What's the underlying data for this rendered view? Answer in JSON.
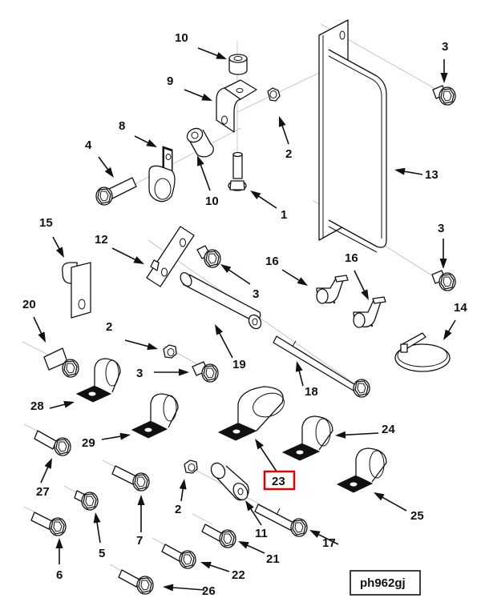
{
  "diagram": {
    "reference_code": "ph962gj",
    "highlighted_callout": "23",
    "highlight_color": "#e00000",
    "callouts": [
      {
        "id": "c10a",
        "label": "10",
        "part": "spacer"
      },
      {
        "id": "c9",
        "label": "9",
        "part": "angle-bracket"
      },
      {
        "id": "c2a",
        "label": "2",
        "part": "flange-nut"
      },
      {
        "id": "c8",
        "label": "8",
        "part": "p-clamp"
      },
      {
        "id": "c4",
        "label": "4",
        "part": "flange-bolt"
      },
      {
        "id": "c10b",
        "label": "10",
        "part": "spacer"
      },
      {
        "id": "c1",
        "label": "1",
        "part": "flange-bolt"
      },
      {
        "id": "c3a",
        "label": "3",
        "part": "flange-bolt"
      },
      {
        "id": "c13",
        "label": "13",
        "part": "handle"
      },
      {
        "id": "c3b",
        "label": "3",
        "part": "flange-bolt"
      },
      {
        "id": "c15",
        "label": "15",
        "part": "bracket-with-stud"
      },
      {
        "id": "c12",
        "label": "12",
        "part": "plate-bracket"
      },
      {
        "id": "c3c",
        "label": "3",
        "part": "flange-bolt"
      },
      {
        "id": "c16a",
        "label": "16",
        "part": "elbow-fitting"
      },
      {
        "id": "c16b",
        "label": "16",
        "part": "elbow-fitting"
      },
      {
        "id": "c14",
        "label": "14",
        "part": "hose-clamp"
      },
      {
        "id": "c20",
        "label": "20",
        "part": "flange-bolt"
      },
      {
        "id": "c2b",
        "label": "2",
        "part": "flange-nut"
      },
      {
        "id": "c3d",
        "label": "3",
        "part": "flange-bolt"
      },
      {
        "id": "c19",
        "label": "19",
        "part": "tube-spacer"
      },
      {
        "id": "c18",
        "label": "18",
        "part": "long-bolt"
      },
      {
        "id": "c28",
        "label": "28",
        "part": "p-clamp"
      },
      {
        "id": "c29",
        "label": "29",
        "part": "p-clamp"
      },
      {
        "id": "c23",
        "label": "23",
        "part": "p-clamp"
      },
      {
        "id": "c24",
        "label": "24",
        "part": "p-clamp"
      },
      {
        "id": "c25",
        "label": "25",
        "part": "p-clamp"
      },
      {
        "id": "c27",
        "label": "27",
        "part": "bolt"
      },
      {
        "id": "c2c",
        "label": "2",
        "part": "flange-nut"
      },
      {
        "id": "c11",
        "label": "11",
        "part": "spacer"
      },
      {
        "id": "c7",
        "label": "7",
        "part": "flange-bolt"
      },
      {
        "id": "c5",
        "label": "5",
        "part": "bolt"
      },
      {
        "id": "c6",
        "label": "6",
        "part": "flange-bolt"
      },
      {
        "id": "c21",
        "label": "21",
        "part": "bolt"
      },
      {
        "id": "c17",
        "label": "17",
        "part": "long-bolt"
      },
      {
        "id": "c22",
        "label": "22",
        "part": "bolt"
      },
      {
        "id": "c26",
        "label": "26",
        "part": "bolt"
      }
    ]
  }
}
